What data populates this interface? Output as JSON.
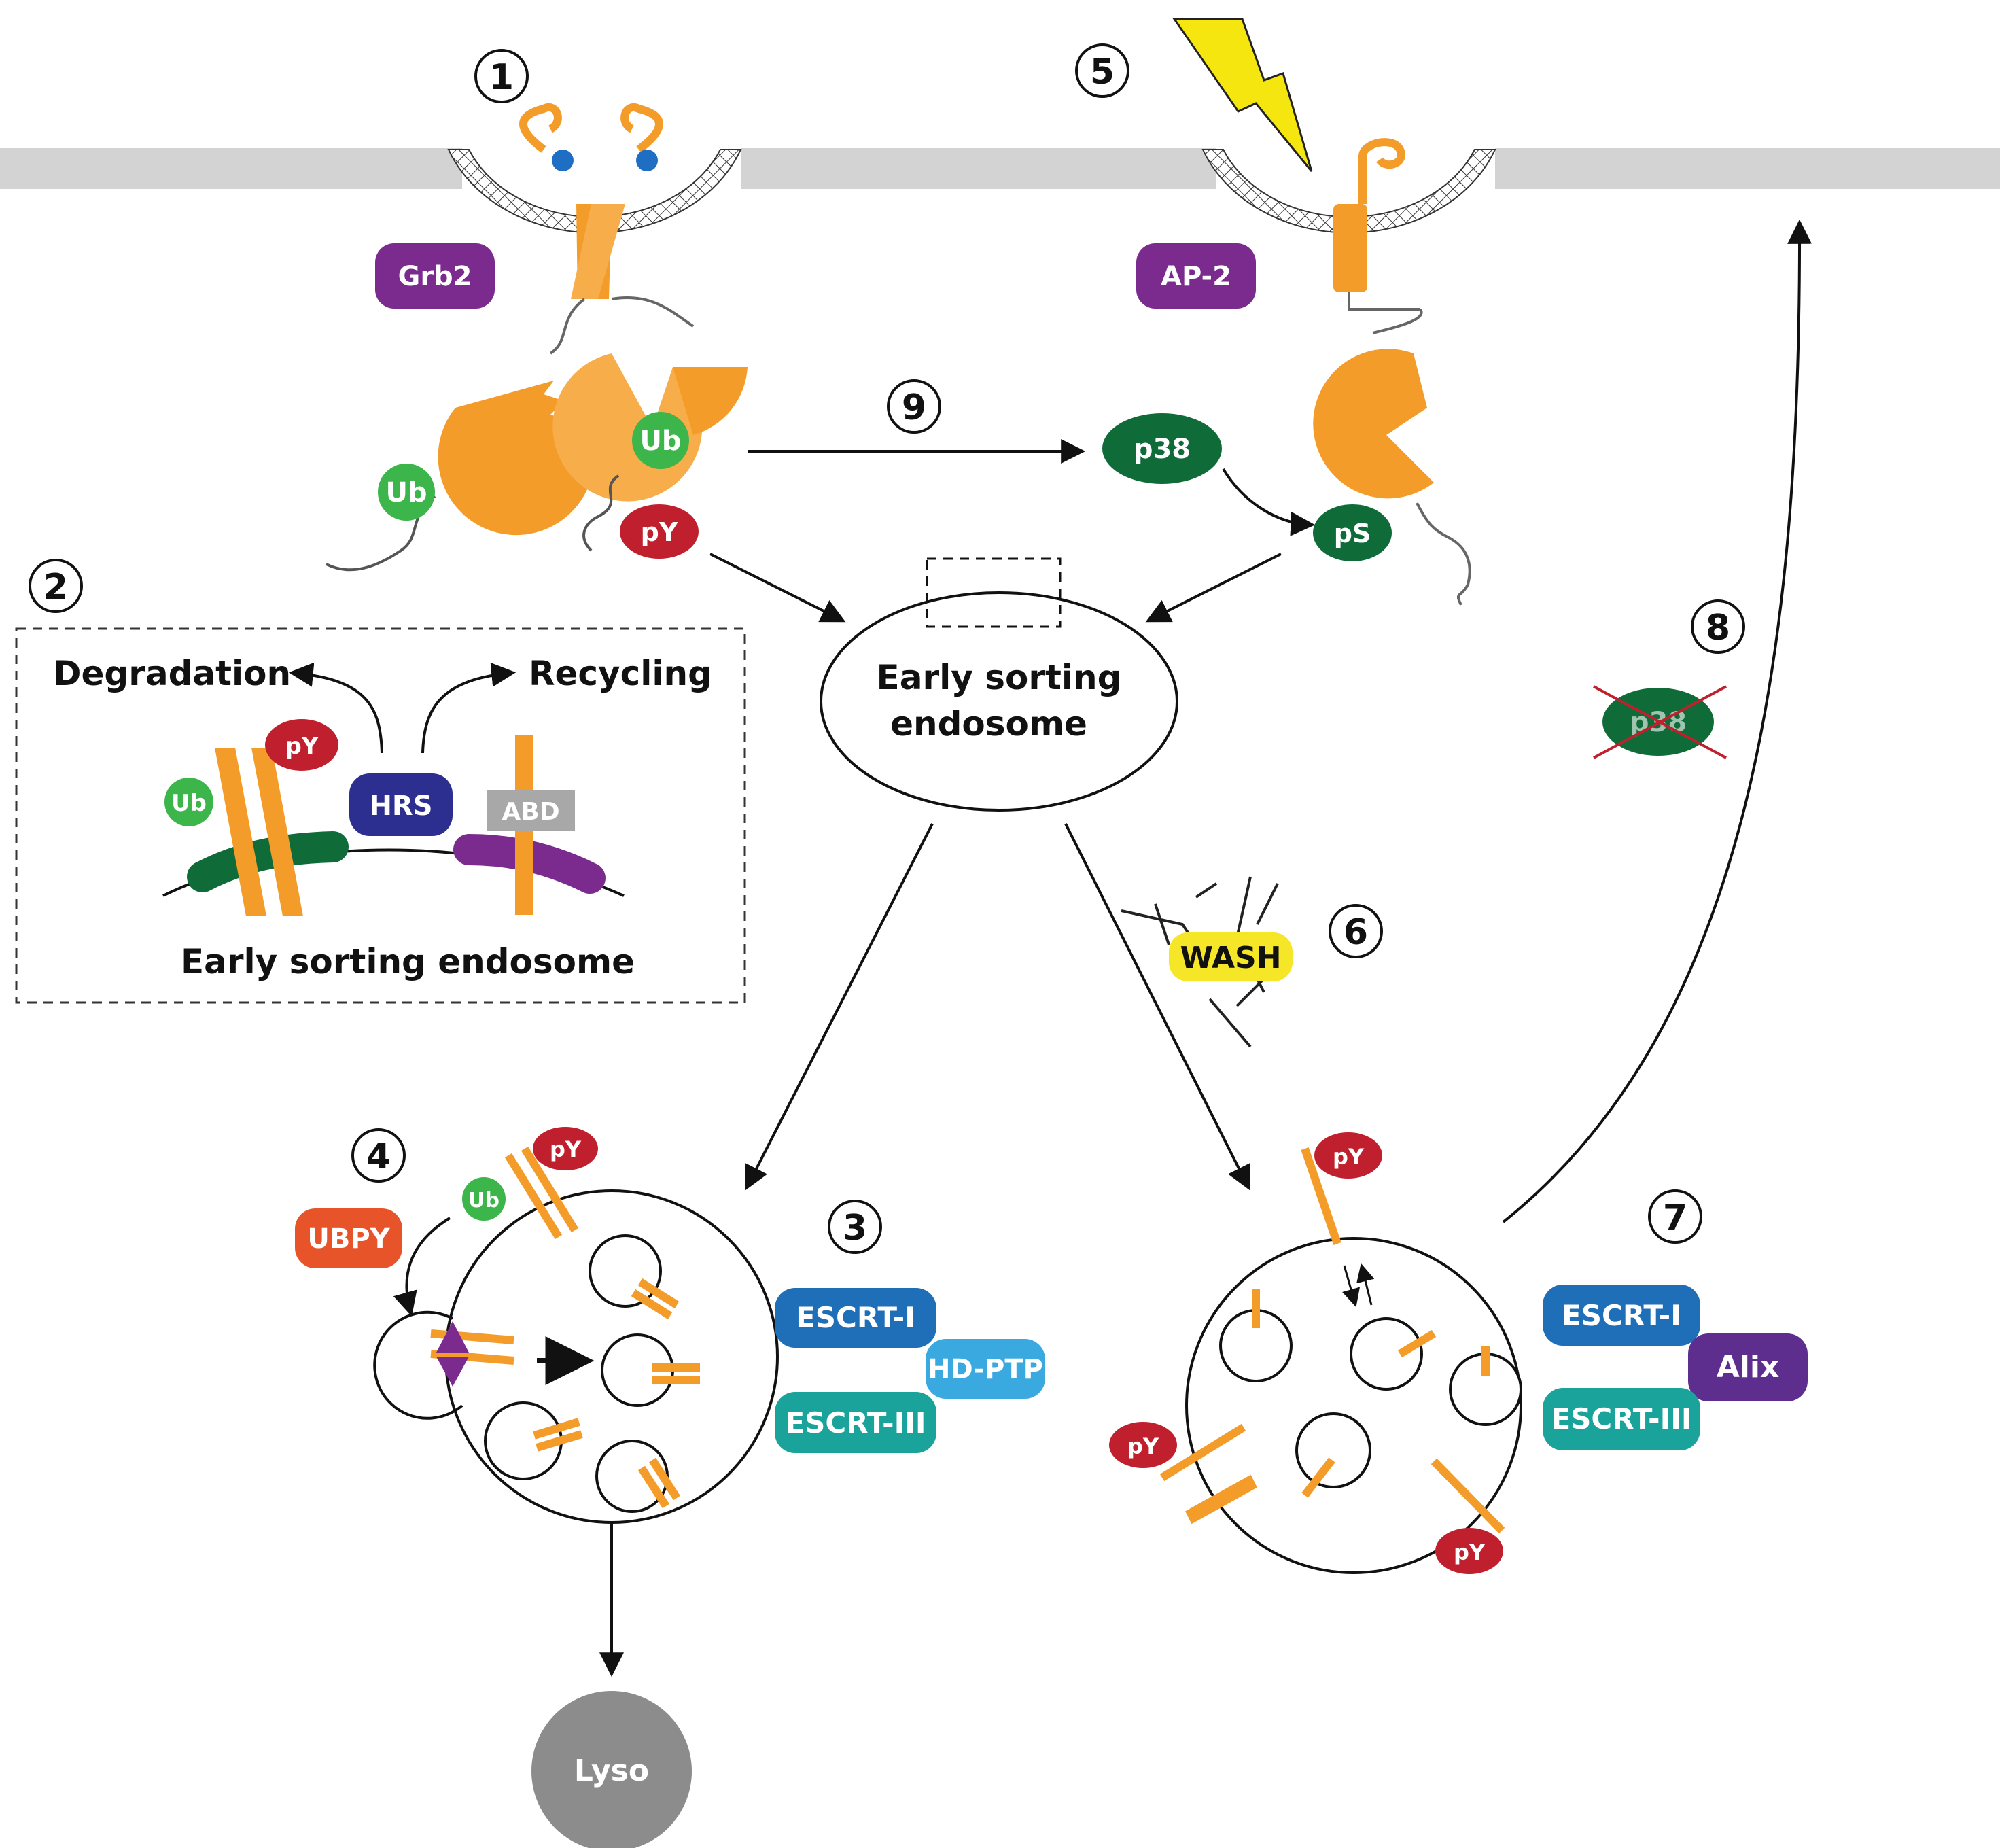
{
  "steps": [
    "1",
    "2",
    "3",
    "4",
    "5",
    "6",
    "7",
    "8",
    "9"
  ],
  "proteins": {
    "grb2": "Grb2",
    "ap2": "AP-2",
    "ub": "Ub",
    "py": "pY",
    "p38": "p38",
    "ps": "pS",
    "hrs": "HRS",
    "abd": "ABD",
    "wash": "WASH",
    "ubpy": "UBPY",
    "escrt1": "ESCRT-I",
    "escrt3": "ESCRT-III",
    "hdptp": "HD-PTP",
    "alix": "Alix",
    "lyso": "Lyso"
  },
  "labels": {
    "degradation": "Degradation",
    "recycling": "Recycling",
    "early_sorting_endosome": "Early sorting endosome",
    "early_sorting_line1": "Early sorting",
    "early_sorting_line2": "endosome"
  },
  "colors": {
    "receptor": "#f39c2a",
    "purple": "#7b2a8e",
    "ub_green": "#3cb54a",
    "py_red": "#c0202e",
    "p38_green": "#0f6b38",
    "hrs_navy": "#2c2f8f",
    "escrt1_blue": "#1f6fb8",
    "escrt3_teal": "#1aa39a",
    "hdptp_cyan": "#3aa9e0",
    "ubpy_orange": "#e8542a",
    "wash_yellow": "#f5e627",
    "lyso_gray": "#8c8c8c",
    "membrane_gray": "#d3d3d3"
  }
}
